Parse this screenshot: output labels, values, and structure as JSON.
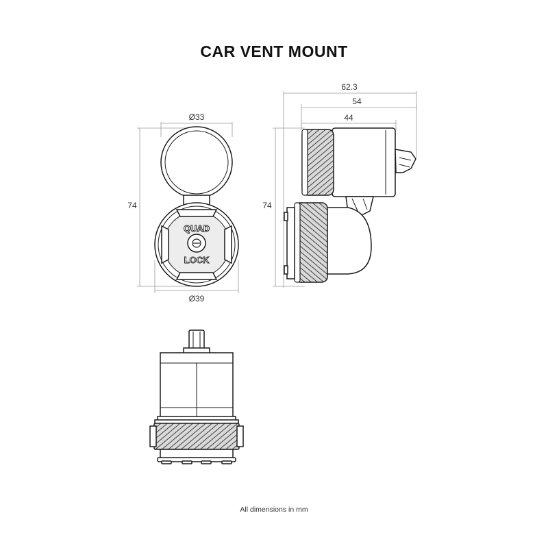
{
  "title": "CAR VENT MOUNT",
  "footer_note": "All dimensions in mm",
  "dimensions": {
    "top_diameter": "Ø33",
    "bottom_diameter": "Ø39",
    "front_height": "74",
    "side_height": "74",
    "side_width_total": "62.3",
    "side_width_mid": "54",
    "side_width_body": "44"
  },
  "logo_text": [
    "QUAD",
    "LOCK"
  ],
  "colors": {
    "line": "#1a1a1a",
    "dimension": "#9a9a9a",
    "text": "#333333"
  }
}
